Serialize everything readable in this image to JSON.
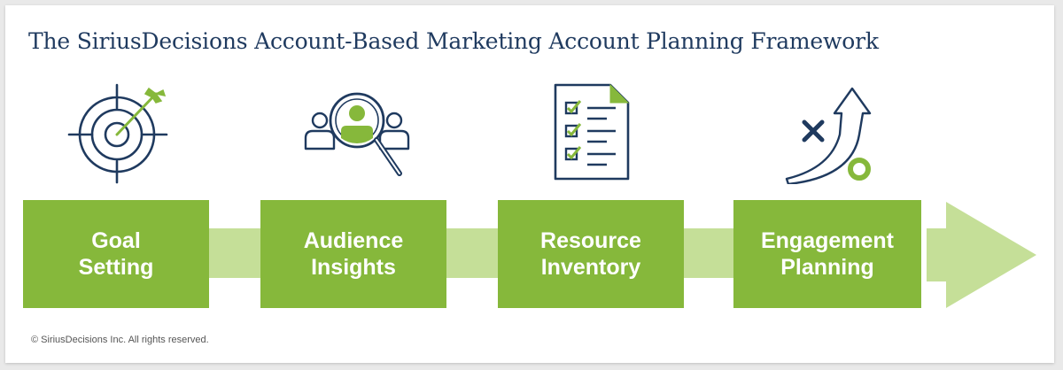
{
  "title": "The SiriusDecisions Account-Based Marketing Account Planning Framework",
  "steps": [
    {
      "line1": "Goal",
      "line2": "Setting",
      "icon": "target-icon"
    },
    {
      "line1": "Audience",
      "line2": "Insights",
      "icon": "audience-magnifier-icon"
    },
    {
      "line1": "Resource",
      "line2": "Inventory",
      "icon": "checklist-icon"
    },
    {
      "line1": "Engagement",
      "line2": "Planning",
      "icon": "strategy-play-icon"
    }
  ],
  "footer": "© SiriusDecisions Inc. All rights reserved.",
  "colors": {
    "title": "#1f3a5f",
    "step_fill": "#86b83b",
    "connector_fill": "#c5df98",
    "arrow_fill": "#c5df98",
    "icon_stroke": "#1f3a5f",
    "icon_accent": "#86b83b"
  }
}
